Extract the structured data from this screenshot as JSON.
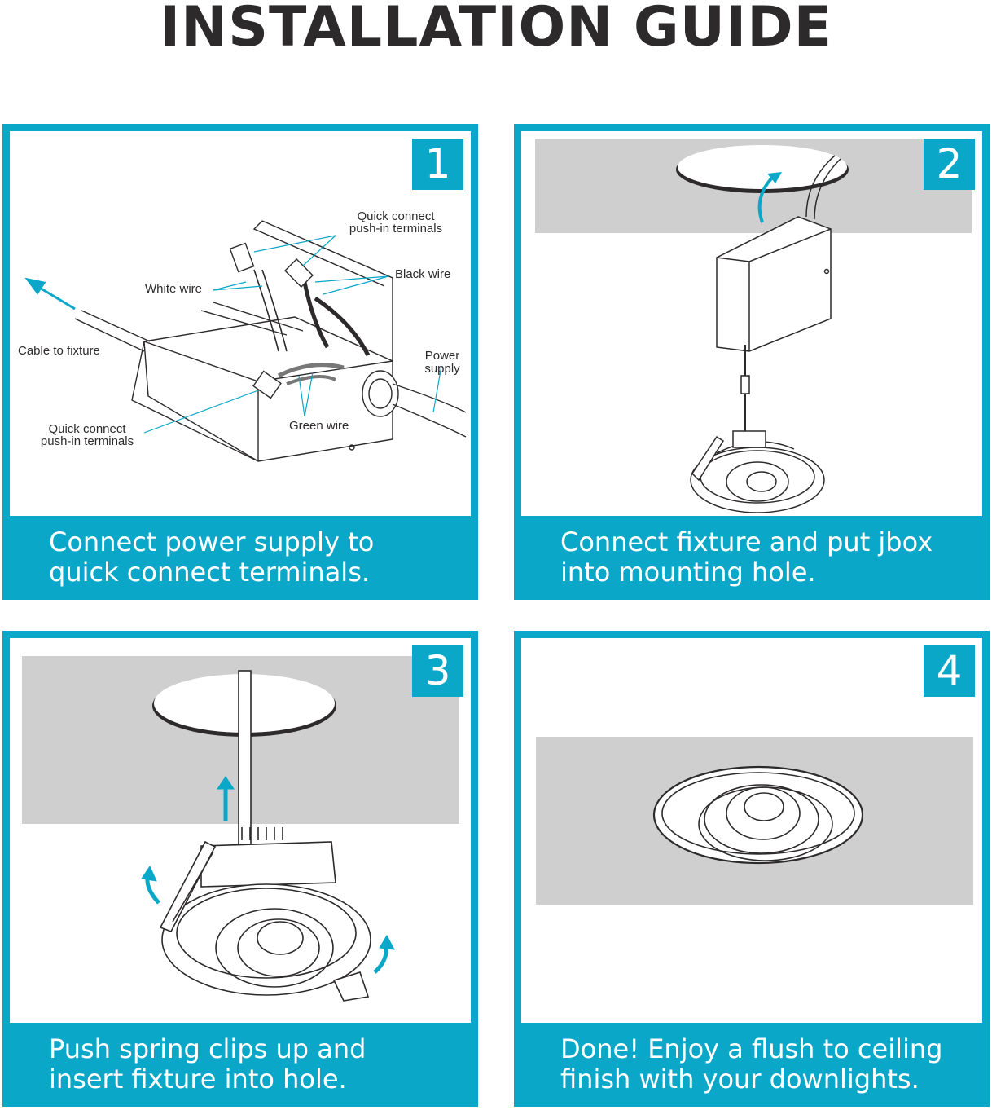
{
  "title": "INSTALLATION GUIDE",
  "colors": {
    "accent": "#0aa7c9",
    "ceiling": "#cfcfd0",
    "text": "#2d2a2b"
  },
  "steps": [
    {
      "number": "1",
      "caption": "Connect power supply to quick connect terminals.",
      "labels": {
        "quick_top_1": "Quick connect",
        "quick_top_2": "push-in terminals",
        "white_wire": "White wire",
        "black_wire": "Black wire",
        "cable": "Cable to fixture",
        "power_1": "Power",
        "power_2": "supply",
        "green_wire": "Green wire",
        "quick_bot_1": "Quick connect",
        "quick_bot_2": "push-in terminals"
      }
    },
    {
      "number": "2",
      "caption": "Connect fixture and put jbox into mounting hole."
    },
    {
      "number": "3",
      "caption": "Push spring clips up and insert fixture into hole."
    },
    {
      "number": "4",
      "caption": "Done! Enjoy a flush to ceiling finish with your downlights."
    }
  ]
}
